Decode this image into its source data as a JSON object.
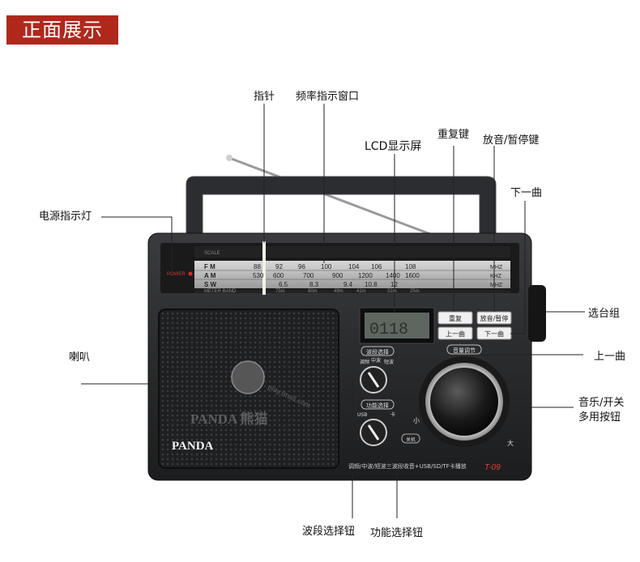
{
  "header": {
    "title": "正面展示"
  },
  "callouts": {
    "pointer": "指针",
    "freq_window": "频率指示窗口",
    "lcd": "LCD显示屏",
    "repeat": "重复键",
    "play_pause": "放音/暂停键",
    "next": "下一曲",
    "power_light": "电源指示灯",
    "tuning": "选台组",
    "speaker": "喇叭",
    "prev": "上一曲",
    "music_switch_1": "音乐/开关",
    "music_switch_2": "多用按钮",
    "band_knob": "波段选择钮",
    "func_knob": "功能选择钮"
  },
  "radio": {
    "brand": "PANDA",
    "watermark": "PANDA 熊猫",
    "watermark_url": "play.tmall.com",
    "model": "T-09",
    "bottom_desc": "调频/中波/短波三波段收音+USB/SD/TF卡播放",
    "power_label": "POWER",
    "scale_label": "SCALE",
    "meter_band_label": "METER BAND",
    "band_fm": "F M",
    "band_am": "A M",
    "band_sw": "S W",
    "fm_scale": [
      "88",
      "92",
      "96",
      "100",
      "104",
      "106",
      "108"
    ],
    "am_scale": [
      "530",
      "600",
      "700",
      "900",
      "1200",
      "1400",
      "1600"
    ],
    "sw_scale": [
      "6.5",
      "8.3",
      "9.4",
      "10.8",
      "12"
    ],
    "fm_unit": "MHZ",
    "am_unit": "KHZ",
    "sw_unit": "MHZ",
    "meter_marks": [
      "75m",
      "60m",
      "49m",
      "41m",
      "31m",
      "25m"
    ],
    "lcd_text": "0118",
    "btn_repeat": "重复",
    "btn_play": "放音/暂停",
    "btn_prev": "上一曲",
    "btn_next": "下一曲",
    "band_knob_label": "波段选择",
    "band_knob_sub": [
      "调频",
      "中波",
      "短波"
    ],
    "func_knob_label": "功能选择",
    "func_knob_sub": [
      "USB",
      "卡"
    ],
    "volume_label": "音量调节",
    "volume_small": "小",
    "volume_big": "大",
    "off_label": "关机"
  }
}
